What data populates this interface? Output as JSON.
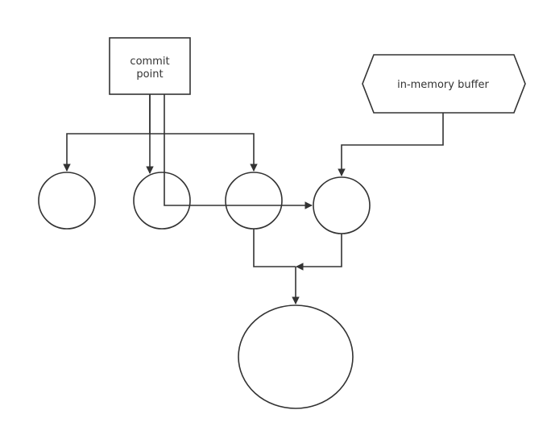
{
  "diagram": {
    "commit_point": {
      "line1": "commit",
      "line2": "point"
    },
    "buffer": {
      "label": "in-memory buffer"
    }
  },
  "colors": {
    "stroke": "#333333",
    "background": "#ffffff",
    "text": "#333333"
  }
}
